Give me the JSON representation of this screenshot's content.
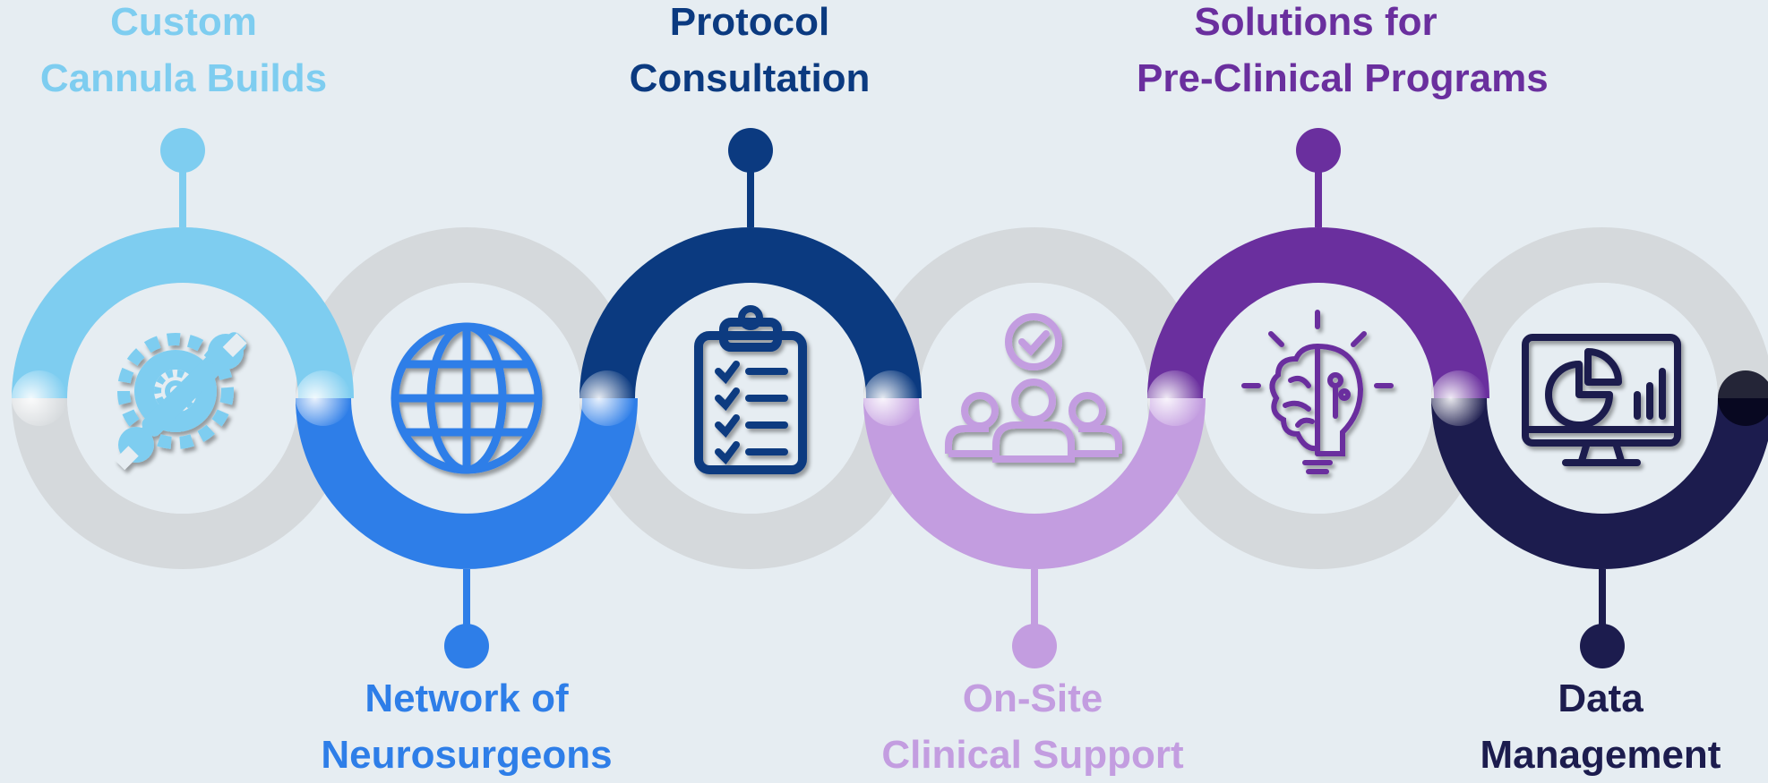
{
  "colors": {
    "background": "#e6edf2",
    "ring_grey": "#d5d9dc",
    "inner_disc": "#e6edf2",
    "steps": [
      "#7ecdf0",
      "#2e7ee8",
      "#0b3a80",
      "#c39de0",
      "#6a2f9e",
      "#1c1c4e"
    ]
  },
  "steps": [
    {
      "lines": [
        "Custom",
        "Cannula Builds"
      ],
      "icon": "gear-wrench-icon"
    },
    {
      "lines": [
        "Network of",
        "Neurosurgeons"
      ],
      "icon": "globe-icon"
    },
    {
      "lines": [
        "Protocol",
        "Consultation"
      ],
      "icon": "clipboard-checklist-icon"
    },
    {
      "lines": [
        "On-Site",
        "Clinical Support"
      ],
      "icon": "team-check-icon"
    },
    {
      "lines": [
        "Solutions for",
        "Pre-Clinical Programs"
      ],
      "icon": "brain-lightbulb-icon"
    },
    {
      "lines": [
        "Data",
        "Management"
      ],
      "icon": "monitor-chart-icon"
    }
  ]
}
